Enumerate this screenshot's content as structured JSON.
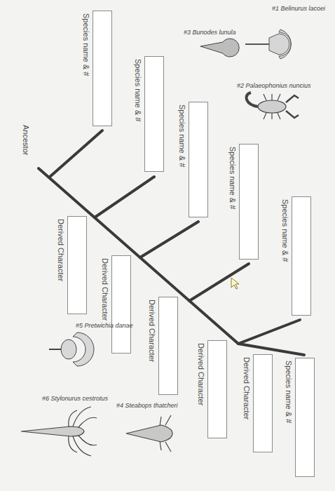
{
  "diagram": {
    "nodes": [
      {
        "text": [
          "Species name & #"
        ]
      },
      {
        "text": [
          "Species name & #"
        ]
      },
      {
        "text": [
          "Species name & #"
        ]
      },
      {
        "text": [
          "Species name & #"
        ]
      },
      {
        "text": [
          "Species name & #"
        ]
      },
      {
        "text": [
          "Species name & #"
        ]
      },
      {
        "text": [
          "Derived Character"
        ]
      },
      {
        "text": [
          "Derived Character"
        ]
      },
      {
        "text": [
          "Derived Character"
        ]
      },
      {
        "text": [
          "Derived Character"
        ]
      },
      {
        "text": [
          "Derived Character"
        ]
      }
    ],
    "labels": [
      "#1 Belinurus lacoei",
      "#3 Bunodes lunula",
      "#2 Palaeophonius nuncius",
      "Ancestor",
      "#5 Pretwichia danae",
      "#6 Stylonurus cestrotus",
      "#4 Steabops thatcheri"
    ]
  }
}
